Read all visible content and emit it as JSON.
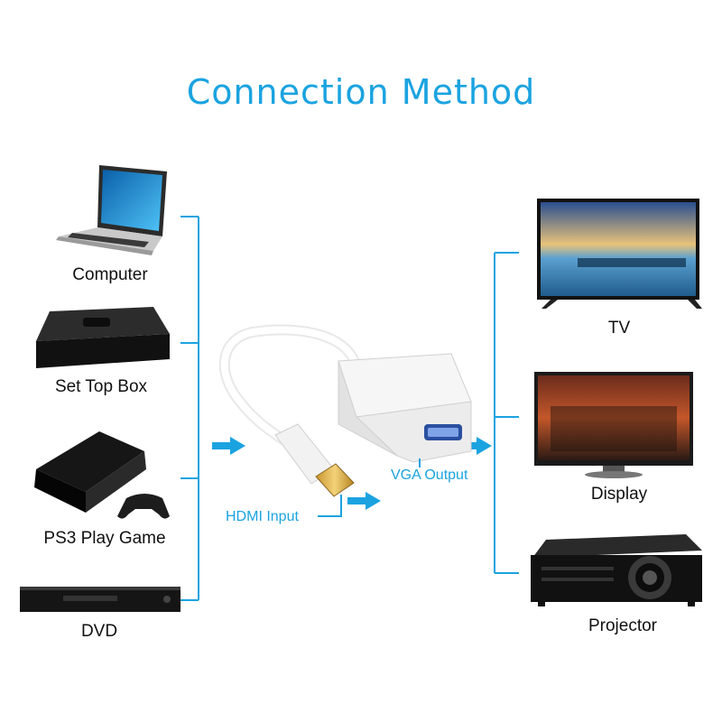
{
  "title": "Connection Method",
  "sources": [
    {
      "label": "Computer",
      "icon": "laptop-icon"
    },
    {
      "label": "Set Top Box",
      "icon": "set-top-box-icon"
    },
    {
      "label": "PS3 Play Game",
      "icon": "game-console-icon"
    },
    {
      "label": "DVD",
      "icon": "dvd-player-icon"
    }
  ],
  "outputs": [
    {
      "label": "TV",
      "icon": "tv-icon"
    },
    {
      "label": "Display",
      "icon": "monitor-icon"
    },
    {
      "label": "Projector",
      "icon": "projector-icon"
    }
  ],
  "adapter": {
    "input_label": "HDMI Input",
    "output_label": "VGA Output"
  },
  "colors": {
    "accent": "#1aa3e0",
    "device_dark": "#1a1a1a"
  }
}
